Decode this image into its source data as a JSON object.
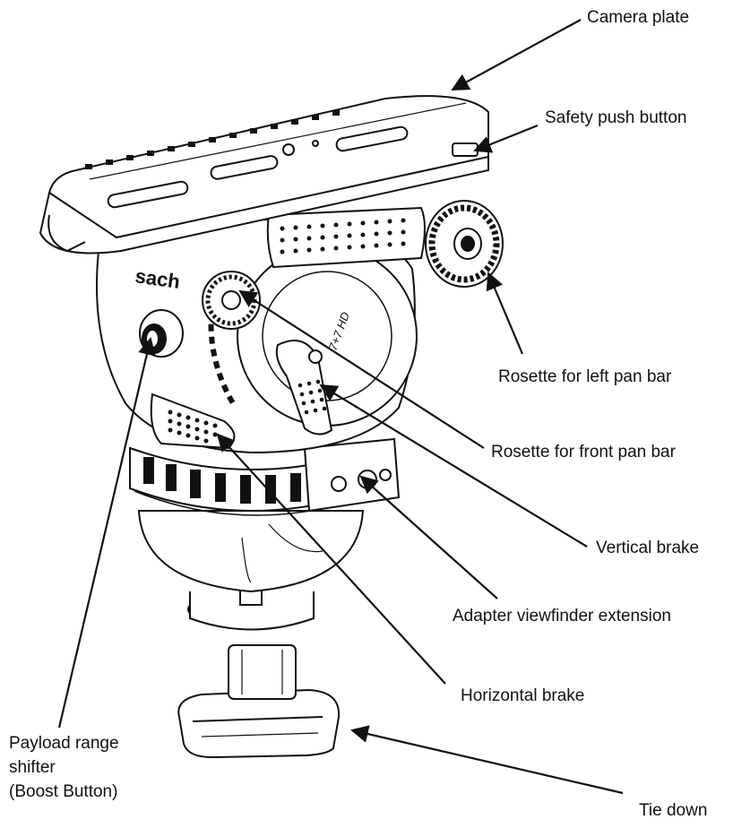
{
  "labels": {
    "camera_plate": "Camera plate",
    "safety_push_button": "Safety push button",
    "rosette_left": "Rosette for left pan bar",
    "rosette_front": "Rosette for front pan bar",
    "vertical_brake": "Vertical brake",
    "adapter_viewfinder": "Adapter viewfinder extension",
    "horizontal_brake": "Horizontal brake",
    "payload_line1": "Payload range",
    "payload_line2": "shifter",
    "payload_line3": "(Boost Button)",
    "tie_down": "Tie down"
  },
  "device_marks": {
    "brand": "sach",
    "model": "7+7 HD"
  }
}
